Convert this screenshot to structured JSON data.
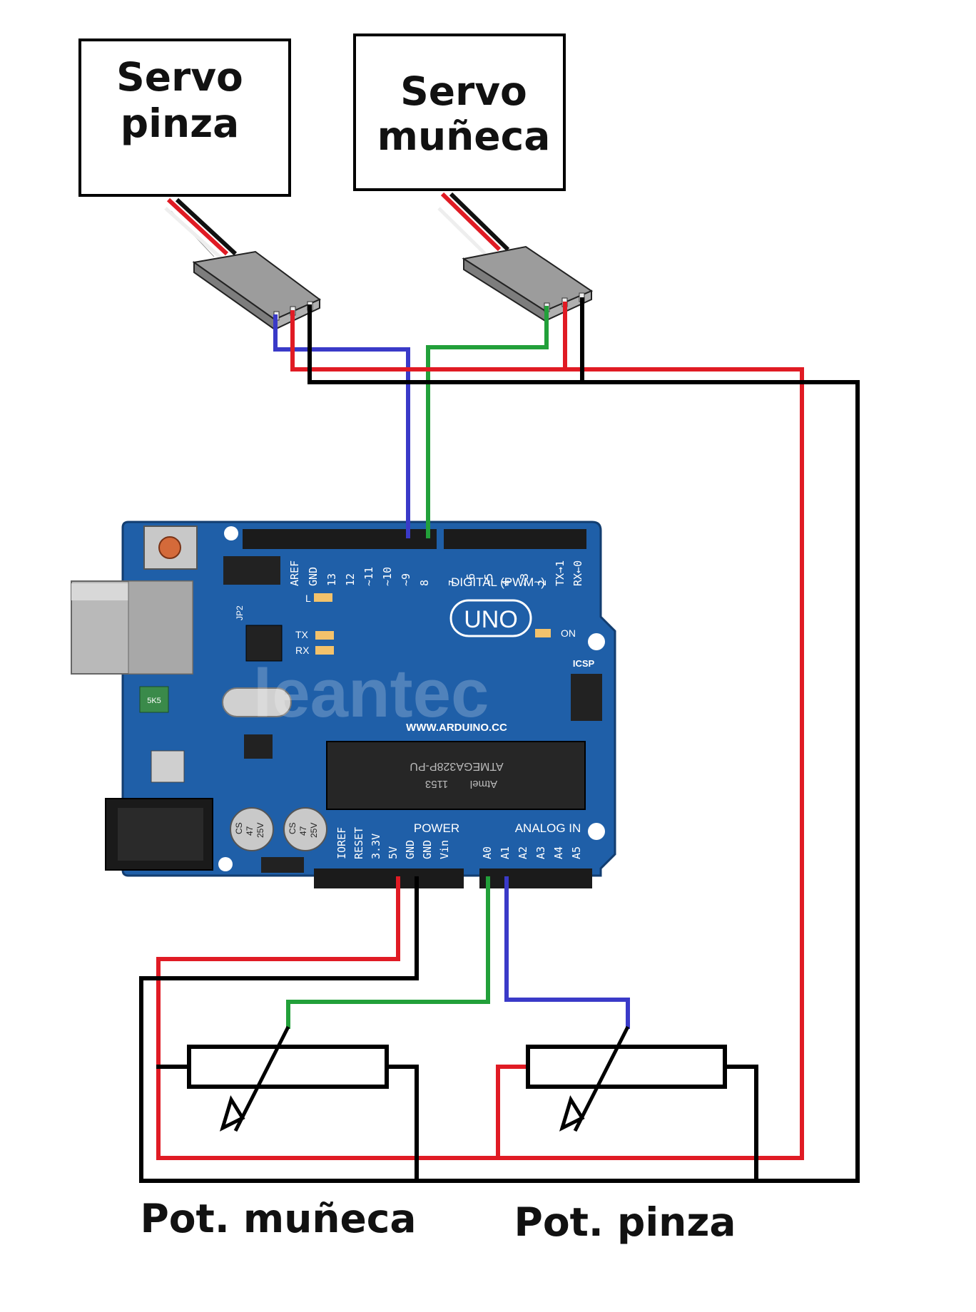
{
  "boxes": {
    "servo_pinza": {
      "line1": "Servo",
      "line2": "pinza"
    },
    "servo_muneca": {
      "line1": "Servo",
      "line2": "muñeca"
    }
  },
  "pots": {
    "muneca": "Pot. muñeca",
    "pinza": "Pot. pinza"
  },
  "board": {
    "model": "UNO",
    "digital_header": "DIGITAL (PWM~)",
    "digital_pins": [
      "AREF",
      "GND",
      "13",
      "12",
      "~11",
      "~10",
      "~9",
      "8",
      "7",
      "~6",
      "~5",
      "4",
      "~3",
      "2",
      "TX→1",
      "RX←0"
    ],
    "power_header": "POWER",
    "power_pins": [
      "IOREF",
      "RESET",
      "3.3V",
      "5V",
      "GND",
      "GND",
      "Vin"
    ],
    "analog_header": "ANALOG IN",
    "analog_pins": [
      "A0",
      "A1",
      "A2",
      "A3",
      "A4",
      "A5"
    ],
    "website": "WWW.ARDUINO.CC",
    "chip": "ATMEGA328P-PU",
    "chip_brand": "Atmel",
    "chip_code": "1153",
    "led_l": "L",
    "led_tx": "TX",
    "led_rx": "RX",
    "led_on": "ON",
    "icsp": "ICSP",
    "jp2": "JP2",
    "fuse": "5K5",
    "cap_text": [
      "CS",
      "47",
      "25V"
    ],
    "watermark": "leantec"
  },
  "colors": {
    "signal_pinza": "#3a3ac8",
    "signal_muneca": "#22a03a",
    "vcc": "#e01b24",
    "gnd": "#000000",
    "board": "#1f5fa8"
  }
}
